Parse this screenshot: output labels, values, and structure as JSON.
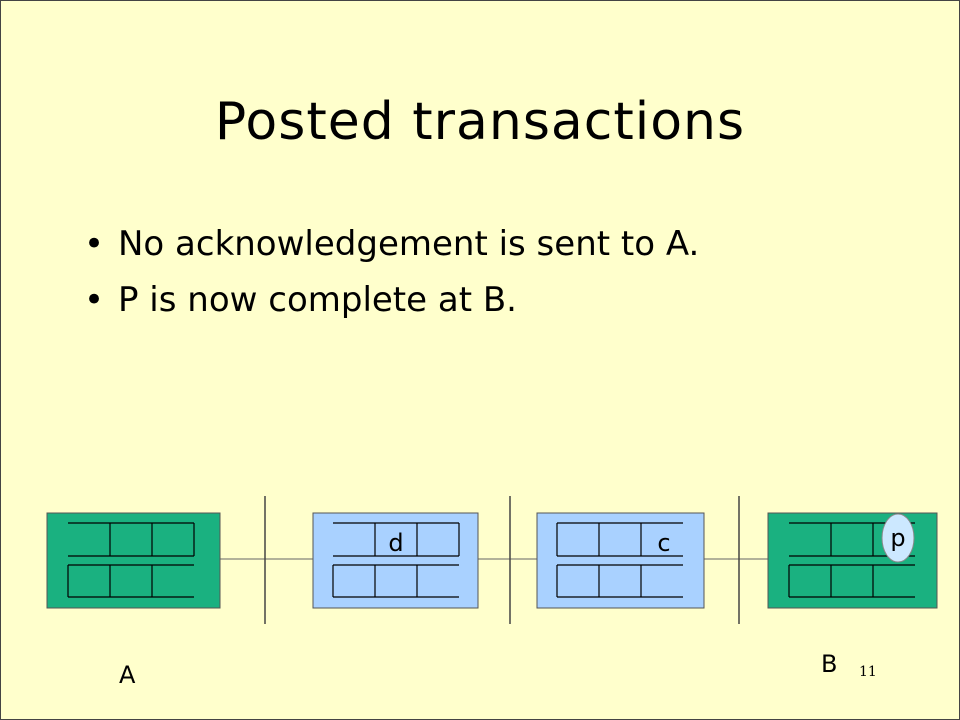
{
  "slide": {
    "title": "Posted transactions",
    "bullets": [
      "No acknowledgement is sent to A.",
      "P is now complete at B."
    ],
    "page_number": "11"
  },
  "diagram": {
    "node_labels": {
      "A": "A",
      "B": "B"
    },
    "nodes": [
      {
        "id": "A",
        "kind": "endpoint",
        "color": "#1ab180",
        "top_row": [
          "",
          "",
          ""
        ],
        "bottom_row": [
          "",
          "",
          ""
        ]
      },
      {
        "id": "switch1",
        "kind": "switch",
        "color": "#a9d1ff",
        "top_row": [
          "d",
          "",
          ""
        ],
        "bottom_row": [
          "",
          "",
          ""
        ]
      },
      {
        "id": "switch2",
        "kind": "switch",
        "color": "#a9d1ff",
        "top_row": [
          "",
          "",
          "c"
        ],
        "bottom_row": [
          "",
          "",
          ""
        ]
      },
      {
        "id": "B",
        "kind": "endpoint",
        "color": "#1ab180",
        "top_row": [
          "",
          "",
          "p"
        ],
        "bottom_row": [
          "",
          "",
          ""
        ]
      }
    ],
    "highlight_color": "#cce8ff"
  }
}
